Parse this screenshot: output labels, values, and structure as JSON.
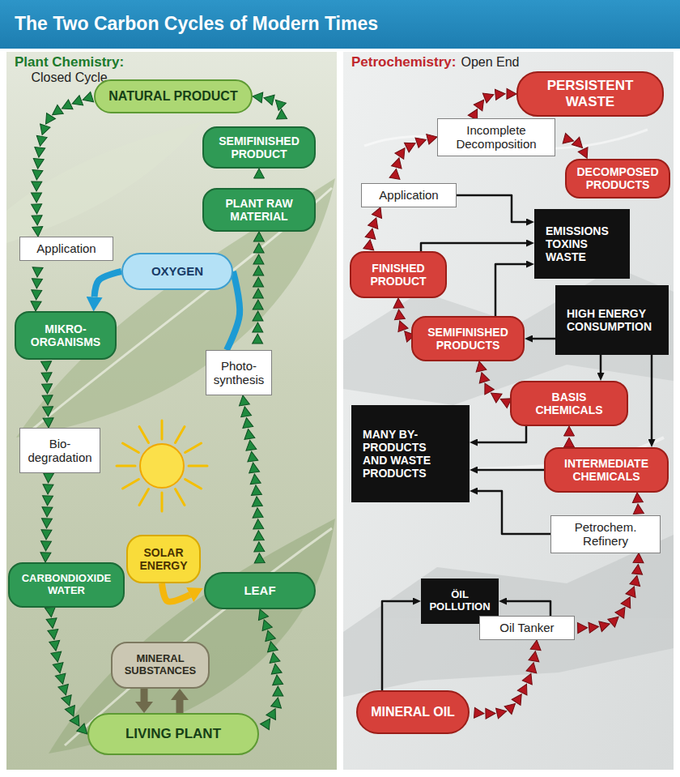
{
  "diagram": {
    "title": "The Two Carbon Cycles of Modern Times",
    "nodes": [
      {
        "text": [
          "Plant Chemistry:",
          "Closed Cycle"
        ]
      },
      {
        "text": [
          "NATURAL PRODUCT"
        ],
        "in": 0
      },
      {
        "text": [
          "SEMIFINISHED PRODUCT"
        ],
        "in": 0
      },
      {
        "text": [
          "Application"
        ],
        "in": 0
      },
      {
        "text": [
          "PLANT RAW MATERIAL"
        ],
        "in": 0
      },
      {
        "text": [
          "OXYGEN"
        ],
        "in": 0
      },
      {
        "text": [
          "MIKRO- ORGANISMS"
        ],
        "in": 0
      },
      {
        "text": [
          "Photo- synthesis"
        ],
        "in": 0
      },
      {
        "text": [
          "Bio- degradation"
        ],
        "in": 0
      },
      {
        "text": [
          "SOLAR ENERGY"
        ],
        "in": 0
      },
      {
        "text": [
          "CARBONDIOXIDE WATER"
        ],
        "in": 0
      },
      {
        "text": [
          "LEAF"
        ],
        "in": 0
      },
      {
        "text": [
          "MINERAL SUBSTANCES"
        ],
        "in": 0
      },
      {
        "text": [
          "LIVING PLANT"
        ],
        "in": 0
      },
      {
        "text": [
          "Petrochemistry:",
          "Open End"
        ]
      },
      {
        "text": [
          "PERSISTENT WASTE"
        ],
        "in": 14
      },
      {
        "text": [
          "Incomplete Decomposition"
        ],
        "in": 14
      },
      {
        "text": [
          "DECOMPOSED PRODUCTS"
        ],
        "in": 14
      },
      {
        "text": [
          "Application"
        ],
        "in": 14
      },
      {
        "text": [
          "EMISSIONS TOXINS WASTE"
        ],
        "in": 14
      },
      {
        "text": [
          "FINISHED PRODUCT"
        ],
        "in": 14
      },
      {
        "text": [
          "HIGH ENERGY CONSUMPTION"
        ],
        "in": 14
      },
      {
        "text": [
          "SEMIFINISHED PRODUCTS"
        ],
        "in": 14
      },
      {
        "text": [
          "BASIS CHEMICALS"
        ],
        "in": 14
      },
      {
        "text": [
          "MANY BY- PRODUCTS AND WASTE PRODUCTS"
        ],
        "in": 14
      },
      {
        "text": [
          "INTERMEDIATE CHEMICALS"
        ],
        "in": 14
      },
      {
        "text": [
          "Petrochem. Refinery"
        ],
        "in": 14
      },
      {
        "text": [
          "ÖIL POLLUTION"
        ],
        "in": 14
      },
      {
        "text": [
          "Oil Tanker"
        ],
        "in": 14
      },
      {
        "text": [
          "MINERAL OIL"
        ],
        "in": 14
      }
    ],
    "edges": [
      {
        "from": 13,
        "to": 11,
        "arrow": "to"
      },
      {
        "from": 11,
        "to": 7,
        "arrow": "to"
      },
      {
        "from": 7,
        "to": 4,
        "arrow": "to"
      },
      {
        "from": 4,
        "to": 2,
        "arrow": "to"
      },
      {
        "from": 2,
        "to": 1,
        "arrow": "to"
      },
      {
        "from": 1,
        "to": 3,
        "arrow": "to"
      },
      {
        "from": 3,
        "to": 6,
        "arrow": "to"
      },
      {
        "from": 6,
        "to": 8,
        "arrow": "to"
      },
      {
        "from": 8,
        "to": 10,
        "arrow": "to"
      },
      {
        "from": 10,
        "to": 13,
        "arrow": "to"
      },
      {
        "from": 7,
        "to": 5,
        "arrow": "none"
      },
      {
        "from": 5,
        "to": 6,
        "arrow": "to"
      },
      {
        "from": 9,
        "to": 11,
        "arrow": "to"
      },
      {
        "from": 12,
        "to": 13,
        "arrow": "to"
      },
      {
        "from": 13,
        "to": 12,
        "arrow": "to"
      },
      {
        "from": 29,
        "to": 28,
        "arrow": "to"
      },
      {
        "from": 28,
        "to": 26,
        "arrow": "to"
      },
      {
        "from": 26,
        "to": 25,
        "arrow": "to"
      },
      {
        "from": 25,
        "to": 23,
        "arrow": "to"
      },
      {
        "from": 23,
        "to": 22,
        "arrow": "to"
      },
      {
        "from": 22,
        "to": 20,
        "arrow": "to"
      },
      {
        "from": 20,
        "to": 18,
        "arrow": "to"
      },
      {
        "from": 18,
        "to": 16,
        "arrow": "to"
      },
      {
        "from": 16,
        "to": 15,
        "arrow": "to"
      },
      {
        "from": 16,
        "to": 17,
        "arrow": "to"
      },
      {
        "from": 18,
        "to": 19,
        "arrow": "to"
      },
      {
        "from": 20,
        "to": 19,
        "arrow": "to"
      },
      {
        "from": 22,
        "to": 19,
        "arrow": "to"
      },
      {
        "from": 21,
        "to": 22,
        "arrow": "to"
      },
      {
        "from": 21,
        "to": 23,
        "arrow": "to"
      },
      {
        "from": 21,
        "to": 25,
        "arrow": "to"
      },
      {
        "from": 23,
        "to": 24,
        "arrow": "to"
      },
      {
        "from": 25,
        "to": 24,
        "arrow": "to"
      },
      {
        "from": 26,
        "to": 24,
        "arrow": "to"
      },
      {
        "from": 29,
        "to": 27,
        "arrow": "to"
      },
      {
        "from": 28,
        "to": 27,
        "arrow": "to"
      }
    ]
  }
}
